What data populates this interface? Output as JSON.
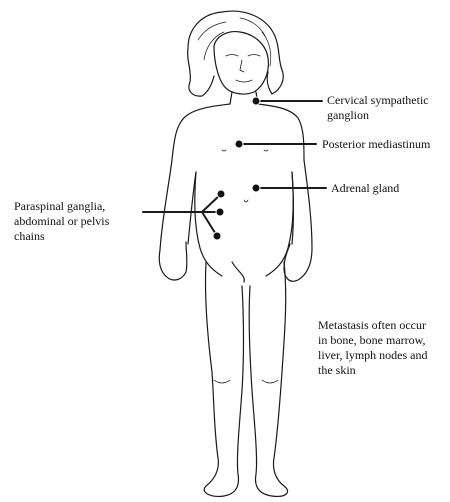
{
  "labels": {
    "cervical_line1": "Cervical sympathetic",
    "cervical_line2": "ganglion",
    "mediastinum": "Posterior mediastinum",
    "adrenal": "Adrenal gland",
    "paraspinal_line1": "Paraspinal ganglia,",
    "paraspinal_line2": "abdominal or pelvis",
    "paraspinal_line3": "chains",
    "metastasis_line1": "Metastasis often occur",
    "metastasis_line2": "in bone, bone marrow,",
    "metastasis_line3": "liver, lymph nodes and",
    "metastasis_line4": "the skin"
  },
  "colors": {
    "line": "#1a1a1a",
    "background": "#ffffff",
    "marker": "#111111"
  }
}
